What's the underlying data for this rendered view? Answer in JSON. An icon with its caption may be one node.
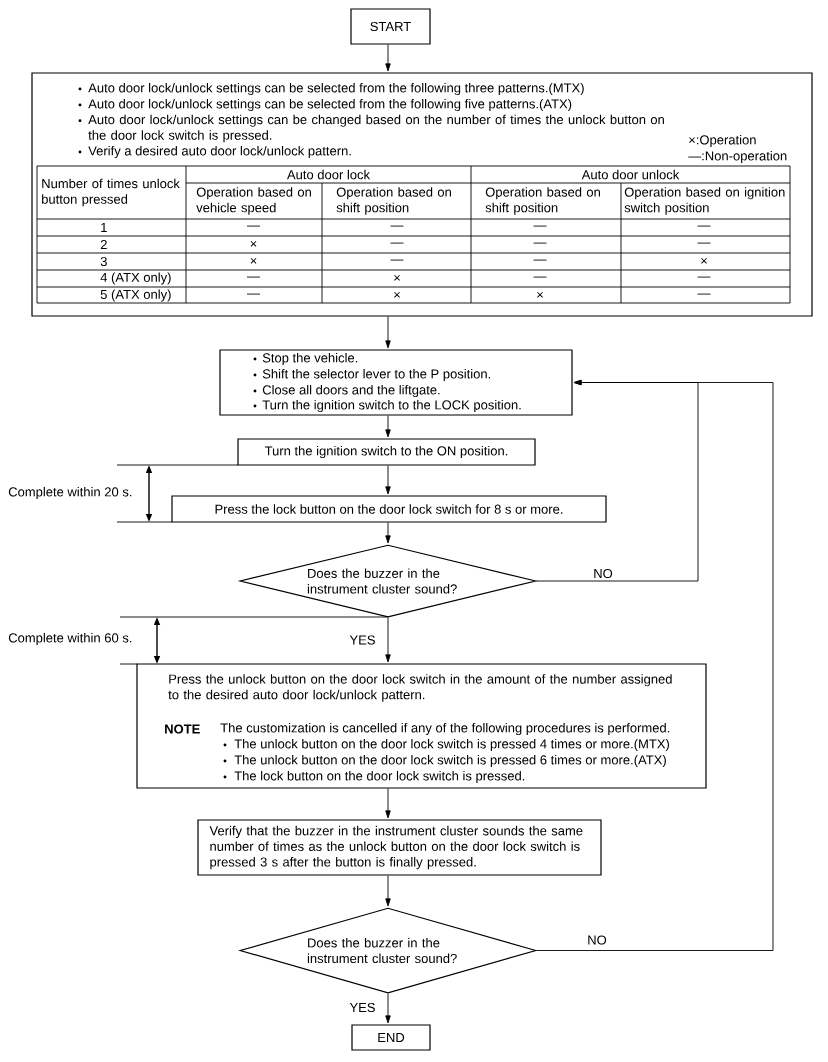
{
  "diagram": {
    "nodes": [
      {
        "text": [
          "START"
        ]
      },
      {
        "text": [
          "Auto door lock/unlock settings can be selected from the following three patterns.(MTX)",
          "Auto door lock/unlock settings can be selected from the following five patterns.(ATX)",
          "Auto door lock/unlock settings can be changed based on the number of times the unlock button on the door lock switch is pressed.",
          "Verify a desired auto door lock/unlock pattern."
        ]
      },
      {
        "text": [
          "Stop the vehicle.",
          "Shift the selector lever to the P position.",
          "Close all doors and the liftgate.",
          "Turn the ignition switch to the LOCK position."
        ]
      },
      {
        "text": [
          "Turn the ignition switch to the ON position."
        ]
      },
      {
        "text": [
          "Press the lock button on the door lock switch for 8 s or more."
        ]
      },
      {
        "text": [
          "Does the buzzer in the instrument cluster sound?"
        ]
      },
      {
        "text": [
          "Press the unlock button on the door lock switch in the amount of the number assigned to the desired auto door lock/unlock pattern.",
          "NOTE",
          "The customization is cancelled if any of the following procedures is performed.",
          "The unlock button on the door lock switch is pressed 4 times or more.(MTX)",
          "The unlock button on the door lock switch is pressed 6 times or more.(ATX)",
          "The lock button on the door lock switch is pressed."
        ]
      },
      {
        "text": [
          "Verify that the buzzer in the instrument cluster sounds the same number of times as the unlock button on the door lock switch is pressed 3 s after the button is finally pressed."
        ]
      },
      {
        "text": [
          "Does the buzzer in the instrument cluster sound?"
        ]
      },
      {
        "text": [
          "END"
        ]
      }
    ],
    "edges": [
      {
        "from": 0,
        "to": 1,
        "arrow": "to"
      },
      {
        "from": 1,
        "to": 2,
        "arrow": "to"
      },
      {
        "from": 2,
        "to": 3,
        "arrow": "to"
      },
      {
        "from": 3,
        "to": 4,
        "arrow": "to"
      },
      {
        "from": 4,
        "to": 5,
        "arrow": "to"
      },
      {
        "from": 5,
        "to": 6,
        "arrow": "to",
        "label": "YES"
      },
      {
        "from": 5,
        "to": 2,
        "arrow": "to",
        "label": "NO"
      },
      {
        "from": 6,
        "to": 7,
        "arrow": "to"
      },
      {
        "from": 7,
        "to": 8,
        "arrow": "to"
      },
      {
        "from": 8,
        "to": 9,
        "arrow": "to",
        "label": "YES"
      },
      {
        "from": 8,
        "to": 2,
        "arrow": "to",
        "label": "NO"
      }
    ],
    "labels": [
      "×:Operation",
      "—:Non-operation",
      "Number of times unlock button pressed",
      "Auto door lock",
      "Auto door unlock",
      "Operation based on vehicle speed",
      "Operation based on shift position",
      "Operation based on shift position",
      "Operation based on ignition switch position",
      "1",
      "—",
      "—",
      "—",
      "—",
      "2",
      "×",
      "—",
      "—",
      "—",
      "3",
      "×",
      "—",
      "—",
      "×",
      "4 (ATX only)",
      "—",
      "×",
      "—",
      "—",
      "5 (ATX only)",
      "—",
      "×",
      "×",
      "—",
      "Complete within 20 s.",
      "Complete within 60 s."
    ]
  }
}
